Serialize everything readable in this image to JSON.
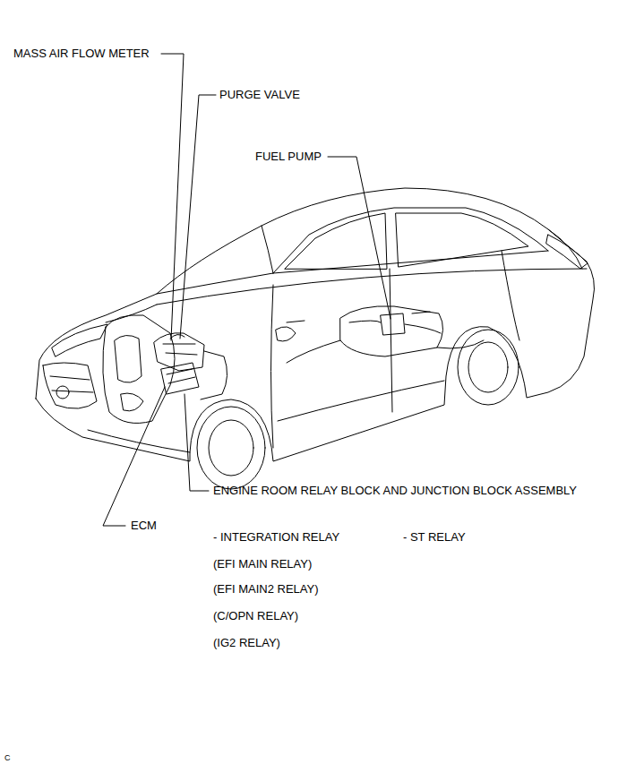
{
  "diagram": {
    "labels": [
      "MASS AIR FLOW METER",
      "PURGE VALVE",
      "FUEL PUMP",
      "ENGINE ROOM RELAY BLOCK AND JUNCTION BLOCK ASSEMBLY",
      "ECM",
      "- INTEGRATION RELAY",
      "- ST RELAY",
      "(EFI MAIN RELAY)",
      "(EFI MAIN2 RELAY)",
      "(C/OPN RELAY)",
      "(IG2 RELAY)",
      "C"
    ]
  }
}
